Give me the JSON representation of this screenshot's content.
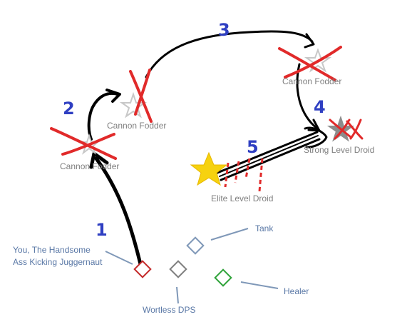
{
  "labels": {
    "cannon_fodder_1": "Cannon Fodder",
    "cannon_fodder_2": "Cannon Fodder",
    "cannon_fodder_3": "Cannon Fodder",
    "strong_droid": "Strong Level Droid",
    "elite_droid": "Elite Level Droid",
    "you_line1": "You, The Handsome",
    "you_line2": "Ass Kicking Juggernaut",
    "tank": "Tank",
    "healer": "Healer",
    "dps": "Wortless DPS"
  },
  "steps": [
    "1",
    "2",
    "3",
    "4",
    "5"
  ],
  "colors": {
    "you": "#c42a2a",
    "tank": "#7f98b8",
    "healer": "#2fa33a",
    "dps": "#7f7f7f",
    "cross": "#e12a2a",
    "arrow": "#000000",
    "step_numbers": "#2f3fc2",
    "elite_star": "#f6d20f",
    "minor_star": "#c8c8c8"
  }
}
